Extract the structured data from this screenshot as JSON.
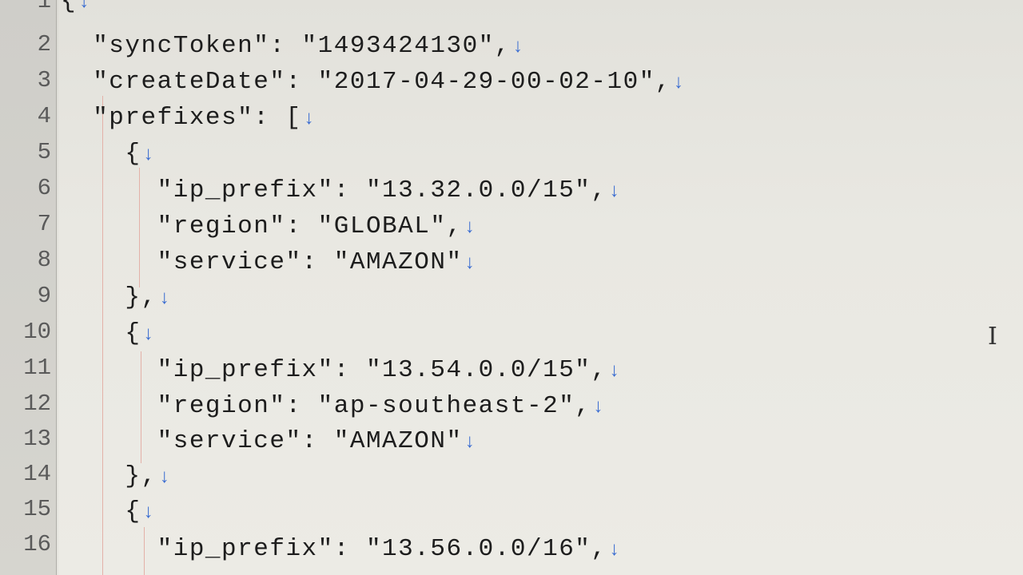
{
  "editor": {
    "eol_marker": "↓",
    "line_numbers": [
      "1",
      "2",
      "3",
      "4",
      "5",
      "6",
      "7",
      "8",
      "9",
      "10",
      "11",
      "12",
      "13",
      "14",
      "15",
      "16"
    ],
    "lines": [
      "{",
      "  \"syncToken\": \"1493424130\",",
      "  \"createDate\": \"2017-04-29-00-02-10\",",
      "  \"prefixes\": [",
      "    {",
      "      \"ip_prefix\": \"13.32.0.0/15\",",
      "      \"region\": \"GLOBAL\",",
      "      \"service\": \"AMAZON\"",
      "    },",
      "    {",
      "      \"ip_prefix\": \"13.54.0.0/15\",",
      "      \"region\": \"ap-southeast-2\",",
      "      \"service\": \"AMAZON\"",
      "    },",
      "    {",
      "      \"ip_prefix\": \"13.56.0.0/16\","
    ]
  },
  "cursor": {
    "icon": "text-cursor-icon",
    "glyph": "I"
  },
  "colors": {
    "background": "#ecebe5",
    "gutter": "#d3d2cc",
    "text": "#1d1d1d",
    "eol_marker": "#3b6dd1",
    "indent_guide": "#e3b1a8"
  }
}
